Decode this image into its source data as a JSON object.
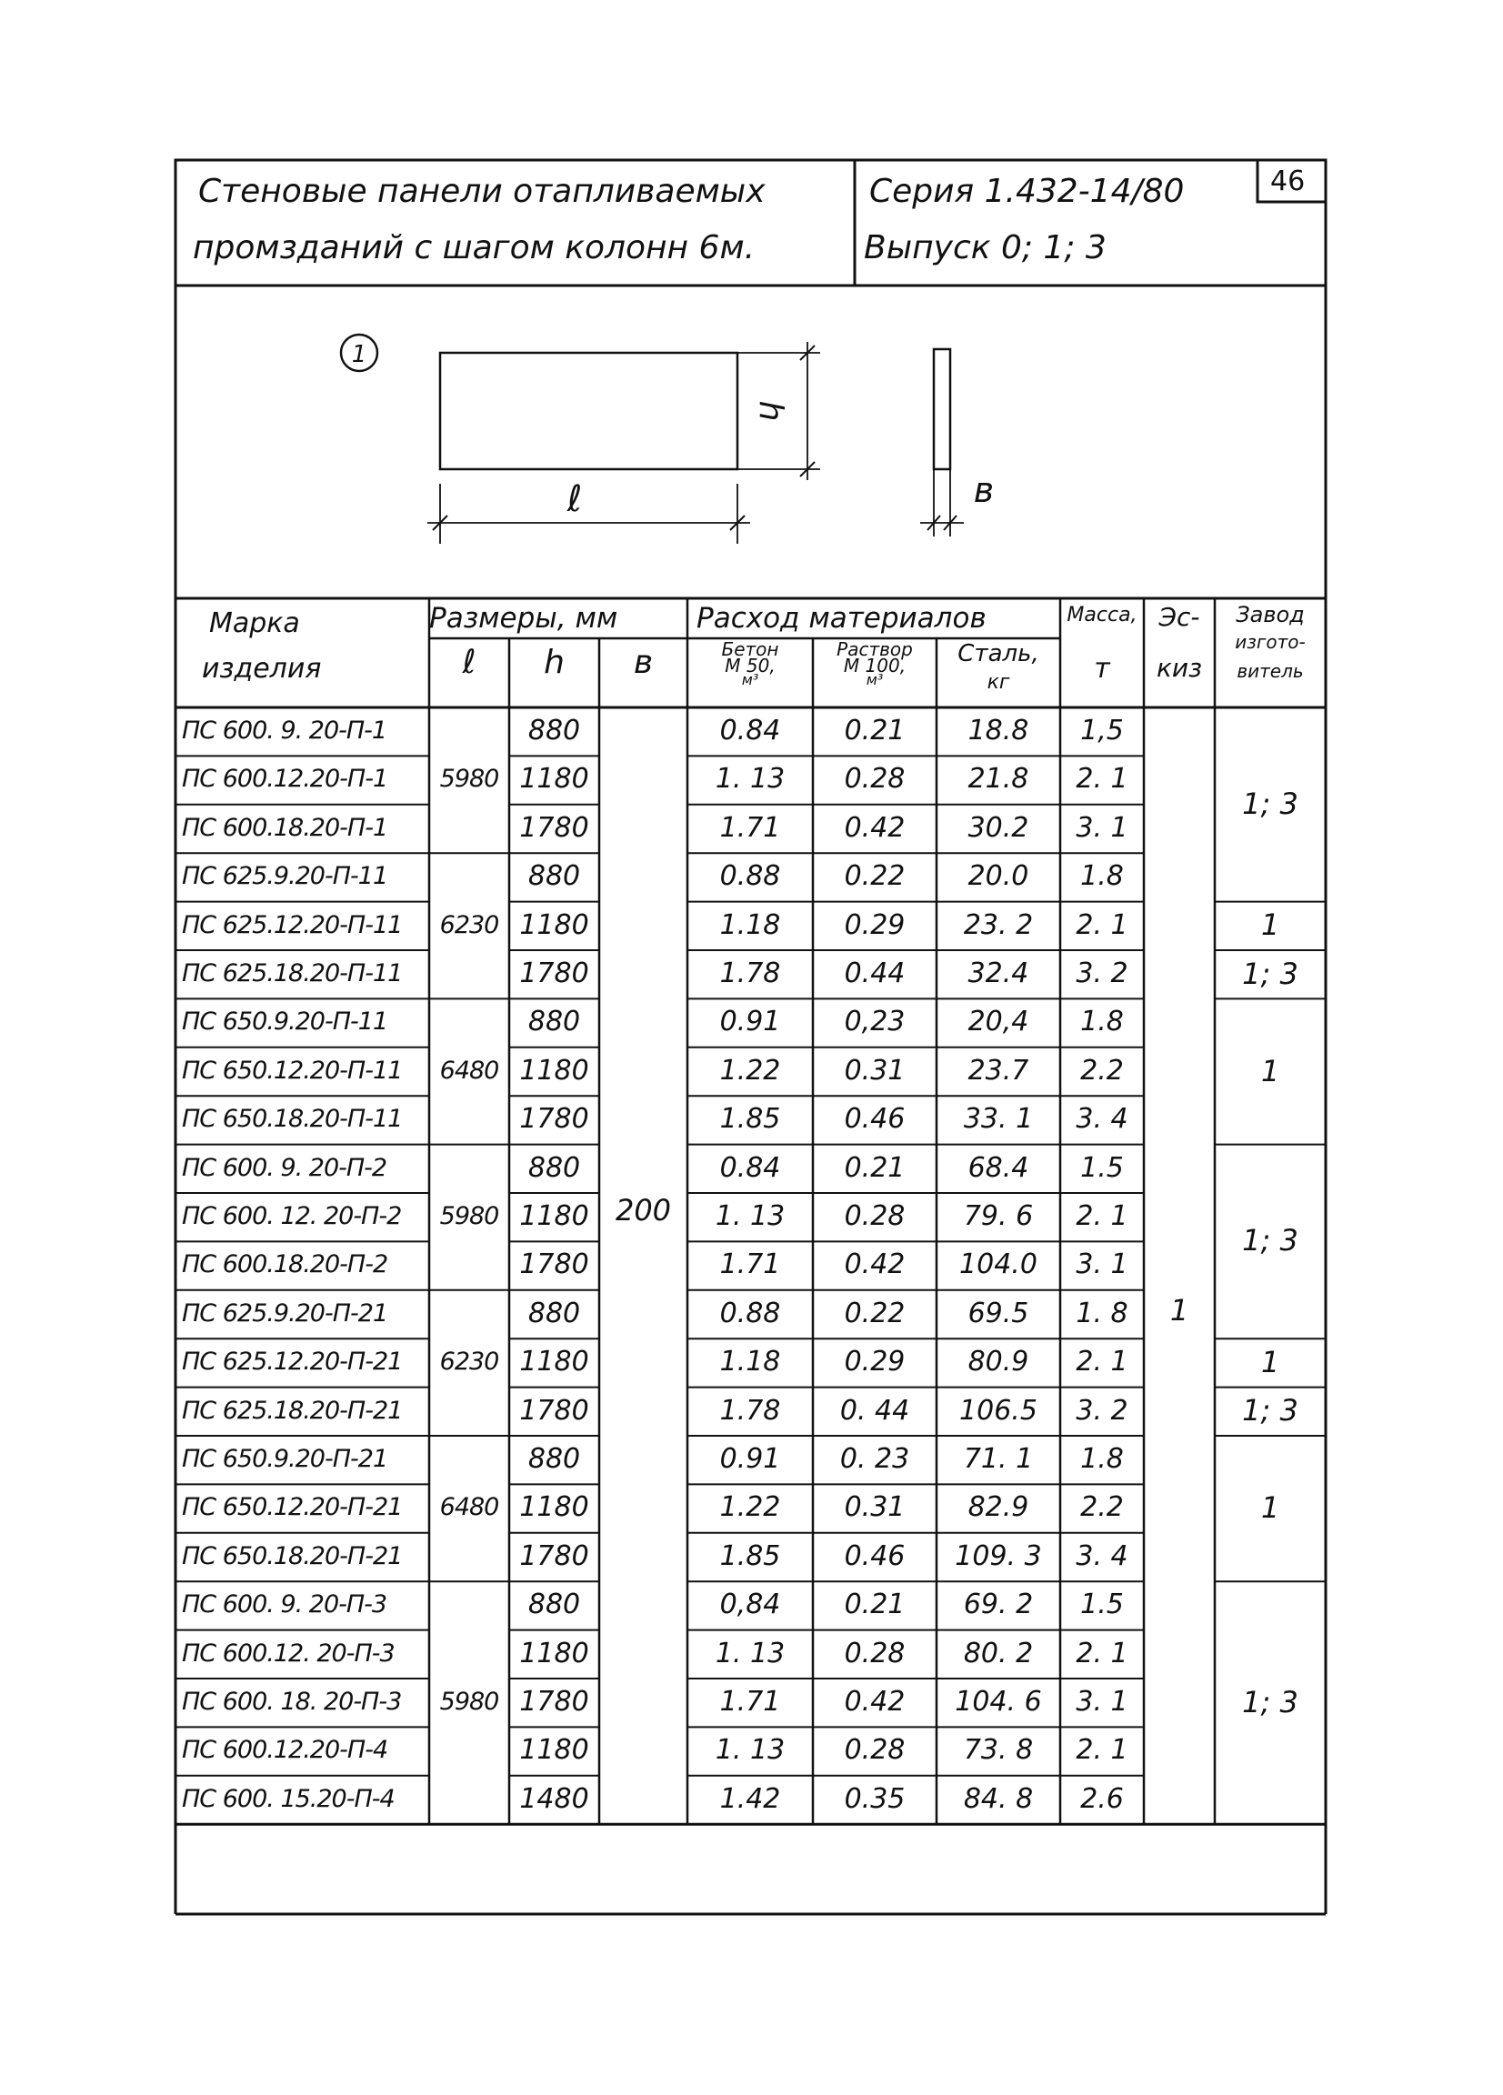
{
  "header": {
    "title_line1": "Стеновые панели отапливаемых",
    "title_line2": "промзданий с шагом колонн 6м.",
    "series": "Серия 1.432-14/80",
    "issue": "Выпуск 0; 1; 3",
    "page_number": "46"
  },
  "sketch": {
    "number": "1",
    "label_l": "ℓ",
    "label_h": "h",
    "label_b": "в"
  },
  "table": {
    "headers": {
      "mark_line1": "Марка",
      "mark_line2": "изделия",
      "sizes_group": "Размеры, мм",
      "l": "ℓ",
      "h": "h",
      "b": "в",
      "materials_group": "Расход материалов",
      "concrete": "Бетон М 50, м³",
      "concrete_l1": "Бетон",
      "concrete_l2": "М 50,",
      "concrete_l3": "м³",
      "mortar": "Раствор М 100, м³",
      "mortar_l1": "Раствор",
      "mortar_l2": "М 100,",
      "mortar_l3": "м³",
      "steel": "Сталь, кг",
      "steel_l1": "Сталь,",
      "steel_l2": "кг",
      "mass_l1": "Масса,",
      "mass_l2": "т",
      "sketch_l1": "Эс-",
      "sketch_l2": "киз",
      "plant_l1": "Завод",
      "plant_l2": "изгото-",
      "plant_l3": "витель"
    },
    "rows": [
      {
        "mark": "ПС 600. 9. 20-П-1",
        "h": "880",
        "concrete": "0.84",
        "mortar": "0.21",
        "steel": "18.8",
        "mass": "1,5"
      },
      {
        "mark": "ПС 600.12.20-П-1",
        "h": "1180",
        "concrete": "1. 13",
        "mortar": "0.28",
        "steel": "21.8",
        "mass": "2. 1"
      },
      {
        "mark": "ПС 600.18.20-П-1",
        "h": "1780",
        "concrete": "1.71",
        "mortar": "0.42",
        "steel": "30.2",
        "mass": "3. 1"
      },
      {
        "mark": "ПС 625.9.20-П-11",
        "h": "880",
        "concrete": "0.88",
        "mortar": "0.22",
        "steel": "20.0",
        "mass": "1.8"
      },
      {
        "mark": "ПС 625.12.20-П-11",
        "h": "1180",
        "concrete": "1.18",
        "mortar": "0.29",
        "steel": "23. 2",
        "mass": "2. 1"
      },
      {
        "mark": "ПС 625.18.20-П-11",
        "h": "1780",
        "concrete": "1.78",
        "mortar": "0.44",
        "steel": "32.4",
        "mass": "3. 2"
      },
      {
        "mark": "ПС 650.9.20-П-11",
        "h": "880",
        "concrete": "0.91",
        "mortar": "0,23",
        "steel": "20,4",
        "mass": "1.8"
      },
      {
        "mark": "ПС 650.12.20-П-11",
        "h": "1180",
        "concrete": "1.22",
        "mortar": "0.31",
        "steel": "23.7",
        "mass": "2.2"
      },
      {
        "mark": "ПС 650.18.20-П-11",
        "h": "1780",
        "concrete": "1.85",
        "mortar": "0.46",
        "steel": "33. 1",
        "mass": "3. 4"
      },
      {
        "mark": "ПС 600. 9. 20-П-2",
        "h": "880",
        "concrete": "0.84",
        "mortar": "0.21",
        "steel": "68.4",
        "mass": "1.5"
      },
      {
        "mark": "ПС 600. 12. 20-П-2",
        "h": "1180",
        "concrete": "1. 13",
        "mortar": "0.28",
        "steel": "79. 6",
        "mass": "2. 1"
      },
      {
        "mark": "ПС 600.18.20-П-2",
        "h": "1780",
        "concrete": "1.71",
        "mortar": "0.42",
        "steel": "104.0",
        "mass": "3. 1"
      },
      {
        "mark": "ПС 625.9.20-П-21",
        "h": "880",
        "concrete": "0.88",
        "mortar": "0.22",
        "steel": "69.5",
        "mass": "1. 8"
      },
      {
        "mark": "ПС 625.12.20-П-21",
        "h": "1180",
        "concrete": "1.18",
        "mortar": "0.29",
        "steel": "80.9",
        "mass": "2. 1"
      },
      {
        "mark": "ПС 625.18.20-П-21",
        "h": "1780",
        "concrete": "1.78",
        "mortar": "0. 44",
        "steel": "106.5",
        "mass": "3. 2"
      },
      {
        "mark": "ПС 650.9.20-П-21",
        "h": "880",
        "concrete": "0.91",
        "mortar": "0. 23",
        "steel": "71. 1",
        "mass": "1.8"
      },
      {
        "mark": "ПС 650.12.20-П-21",
        "h": "1180",
        "concrete": "1.22",
        "mortar": "0.31",
        "steel": "82.9",
        "mass": "2.2"
      },
      {
        "mark": "ПС 650.18.20-П-21",
        "h": "1780",
        "concrete": "1.85",
        "mortar": "0.46",
        "steel": "109. 3",
        "mass": "3. 4"
      },
      {
        "mark": "ПС 600. 9. 20-П-3",
        "h": "880",
        "concrete": "0,84",
        "mortar": "0.21",
        "steel": "69. 2",
        "mass": "1.5"
      },
      {
        "mark": "ПС 600.12. 20-П-3",
        "h": "1180",
        "concrete": "1. 13",
        "mortar": "0.28",
        "steel": "80. 2",
        "mass": "2. 1"
      },
      {
        "mark": "ПС 600. 18. 20-П-3",
        "h": "1780",
        "concrete": "1.71",
        "mortar": "0.42",
        "steel": "104. 6",
        "mass": "3. 1"
      },
      {
        "mark": "ПС 600.12.20-П-4",
        "h": "1180",
        "concrete": "1. 13",
        "mortar": "0.28",
        "steel": "73. 8",
        "mass": "2. 1"
      },
      {
        "mark": "ПС 600. 15.20-П-4",
        "h": "1480",
        "concrete": "1.42",
        "mortar": "0.35",
        "steel": "84. 8",
        "mass": "2.6"
      }
    ],
    "merged": {
      "l_values": [
        {
          "value": "5980",
          "row": 1
        },
        {
          "value": "6230",
          "row": 4
        },
        {
          "value": "6480",
          "row": 7
        },
        {
          "value": "5980",
          "row": 10
        },
        {
          "value": "6230",
          "row": 13
        },
        {
          "value": "6480",
          "row": 16
        },
        {
          "value": "5980",
          "row": 20
        }
      ],
      "b_value": "200",
      "sketch_value": "1",
      "plants": [
        {
          "value": "1; 3",
          "from": 0,
          "to": 3
        },
        {
          "value": "1",
          "from": 4,
          "to": 4
        },
        {
          "value": "1; 3",
          "from": 5,
          "to": 5
        },
        {
          "value": "1",
          "from": 6,
          "to": 8
        },
        {
          "value": "1; 3",
          "from": 9,
          "to": 12
        },
        {
          "value": "1",
          "from": 13,
          "to": 13
        },
        {
          "value": "1; 3",
          "from": 14,
          "to": 14
        },
        {
          "value": "1",
          "from": 15,
          "to": 17
        },
        {
          "value": "1; 3",
          "from": 18,
          "to": 22
        }
      ]
    }
  }
}
